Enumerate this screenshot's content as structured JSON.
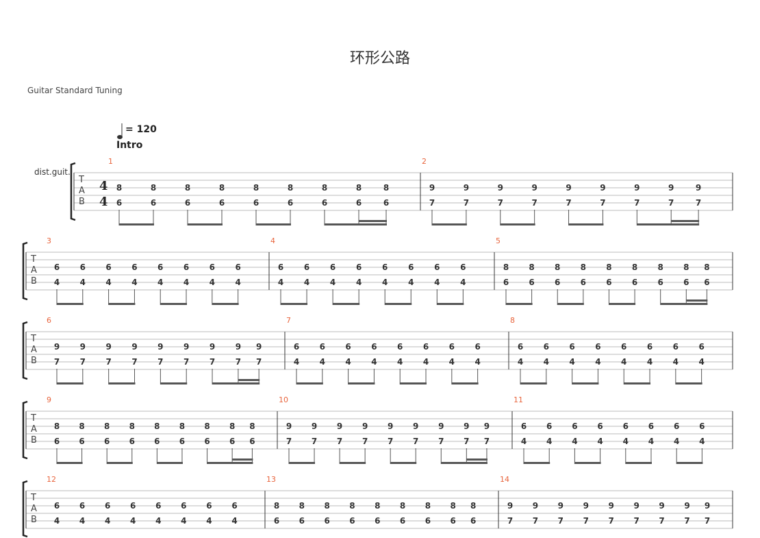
{
  "title": "环形公路",
  "subtitle": "Guitar Standard Tuning",
  "tempo": {
    "label": "= 120",
    "value": 120
  },
  "section": "Intro",
  "instrument": "dist.guit.",
  "tab_clef": [
    "T",
    "A",
    "B"
  ],
  "time_signature": {
    "top": "4",
    "bottom": "4"
  },
  "colors": {
    "measure_number": "#e8643c",
    "staff_line": "#bbbbbb",
    "barline": "#333333"
  },
  "measures": [
    {
      "number": "1",
      "top": "8",
      "bottom": "6",
      "notes": 9
    },
    {
      "number": "2",
      "top": "9",
      "bottom": "7",
      "notes": 9
    },
    {
      "number": "3",
      "top": "6",
      "bottom": "4",
      "notes": 8
    },
    {
      "number": "4",
      "top": "6",
      "bottom": "4",
      "notes": 8
    },
    {
      "number": "5",
      "top": "8",
      "bottom": "6",
      "notes": 9
    },
    {
      "number": "6",
      "top": "9",
      "bottom": "7",
      "notes": 9
    },
    {
      "number": "7",
      "top": "6",
      "bottom": "4",
      "notes": 8
    },
    {
      "number": "8",
      "top": "6",
      "bottom": "4",
      "notes": 8
    },
    {
      "number": "9",
      "top": "8",
      "bottom": "6",
      "notes": 9
    },
    {
      "number": "10",
      "top": "9",
      "bottom": "7",
      "notes": 9
    },
    {
      "number": "11",
      "top": "6",
      "bottom": "4",
      "notes": 8
    },
    {
      "number": "12",
      "top": "6",
      "bottom": "4",
      "notes": 8
    },
    {
      "number": "13",
      "top": "8",
      "bottom": "6",
      "notes": 9
    },
    {
      "number": "14",
      "top": "9",
      "bottom": "7",
      "notes": 9
    }
  ]
}
